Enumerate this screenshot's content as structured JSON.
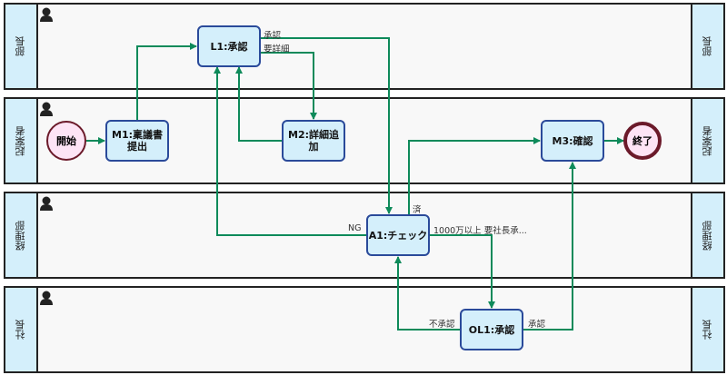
{
  "lanes": [
    {
      "label": "部長"
    },
    {
      "label": "起案者"
    },
    {
      "label": "経理部"
    },
    {
      "label": "社長"
    }
  ],
  "nodes": {
    "start": "開始",
    "m1": "M1:稟議書提出",
    "l1": "L1:承認",
    "m2": "M2:詳細追加",
    "m3": "M3:確認",
    "end": "終了",
    "a1": "A1:チェック",
    "ol1": "OL1:承認"
  },
  "edge_labels": {
    "l1_approve": "承認",
    "l1_detail": "要詳細",
    "a1_ng": "NG",
    "a1_done": "済",
    "a1_over": "1000万以上 要社長承...",
    "ol1_reject": "不承認",
    "ol1_approve": "承認"
  },
  "colors": {
    "edge": "#0e8a5a",
    "lane_label": "#d4effb",
    "node_border": "#2a4a9a",
    "start_fill": "#fde4f5",
    "end_border": "#6b1a2a"
  }
}
